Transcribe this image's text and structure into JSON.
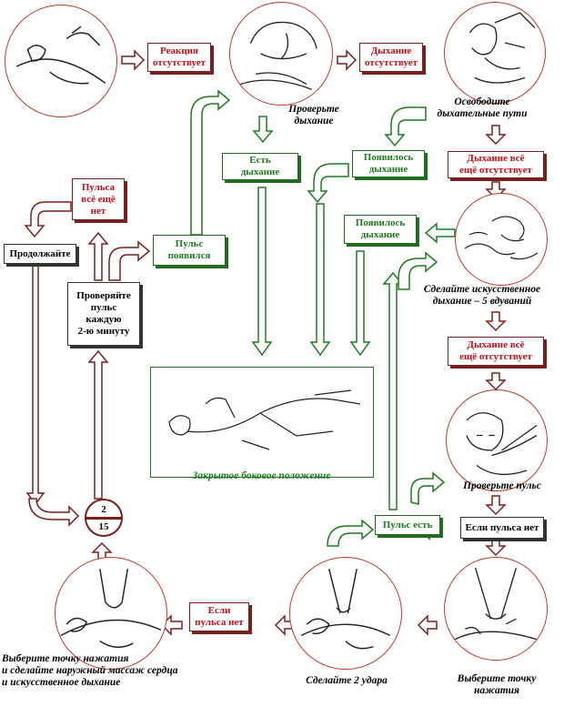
{
  "circles": {
    "c1_label": "",
    "c2_caption": "Проверьте\nдыхание",
    "c3_caption": "Освободите\nдыхательные пути",
    "c4_caption": "Сделайте искусственное\nдыхание – 5 вдуваний",
    "c5_caption": "Проверьте пульс",
    "c6_caption": "Выберите точку\nнажатия",
    "c7_caption": "Сделайте 2 удара",
    "c8_caption": "Выберите точку нажатия\nи сделайте наружный  массаж сердца\nи искусственное дыхание"
  },
  "boxes": {
    "reaction_absent": "Реакция\nотсутствует",
    "breathing_absent": "Дыхание\nотсутствует",
    "breathing_present": "Есть\nдыхание",
    "breathing_appeared_1": "Появилось\nдыхание",
    "still_no_breath_1": "Дыхание всё\nещё отсутствует",
    "breathing_appeared_2": "Появилось\nдыхание",
    "still_no_breath_2": "Дыхание всё\nещё отсутствует",
    "pulse_present": "Пульс есть",
    "if_no_pulse_1": "Если пульса нет",
    "if_no_pulse_2": "Если\nпульса нет",
    "pulse_appeared": "Пульс\nпоявился",
    "still_no_pulse": "Пульса\nвсё ещё\nнет",
    "continue": "Продолжайте",
    "check_pulse": "Проверяйте\nпульс\nкаждую\n2-ю минуту"
  },
  "recovery_caption": "Закрытое боковое положение",
  "ratio": {
    "top": "2",
    "bottom": "15"
  },
  "colors": {
    "red": "#c0101a",
    "dark_red": "#7a1f1f",
    "green": "#1f7a1f",
    "circle_border": "#c0392b"
  }
}
